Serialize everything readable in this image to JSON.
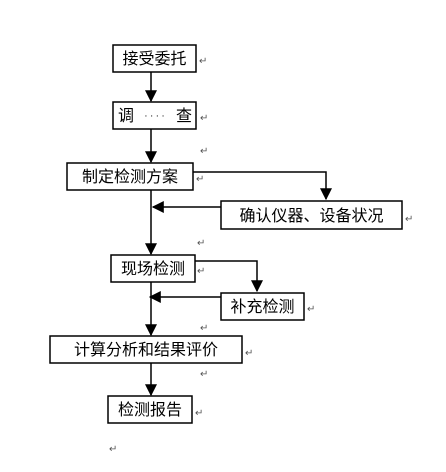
{
  "nodes": {
    "accept": "接受委托",
    "survey_left": "调",
    "survey_dots": "· · · ·",
    "survey_right": "查",
    "plan": "制定检测方案",
    "confirm": "确认仪器、设备状况",
    "field": "现场检测",
    "supplement": "补充检测",
    "calc": "计算分析和结果评价",
    "report": "检测报告"
  },
  "paragraph_mark": "↵",
  "colors": {
    "line": "#000000",
    "box_border": "#000000",
    "mark": "#555555"
  }
}
